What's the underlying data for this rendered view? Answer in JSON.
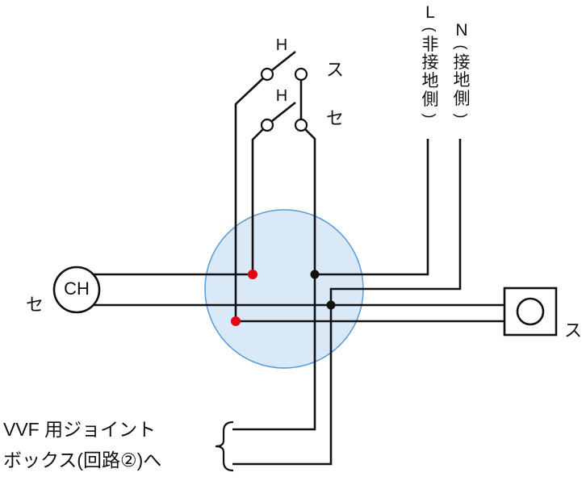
{
  "source": {
    "l_label": "L(非接地側)",
    "n_label": "N(接地側)"
  },
  "switches": {
    "switch_su": {
      "type": "H",
      "circuit": "ス"
    },
    "switch_se": {
      "type": "H",
      "circuit": "セ"
    }
  },
  "devices": {
    "chime": {
      "label": "CH",
      "circuit": "セ"
    },
    "receptacle": {
      "circuit": "ス"
    }
  },
  "joint_note": {
    "line1": "VVF 用ジョイント",
    "line2": "ボックス(回路②)へ"
  },
  "colors": {
    "wire": "#111111",
    "connection_red": "#e60012",
    "connection_black": "#111111",
    "junction_box_fill": "#cfe3f6",
    "junction_box_stroke": "#5b9bd5"
  }
}
